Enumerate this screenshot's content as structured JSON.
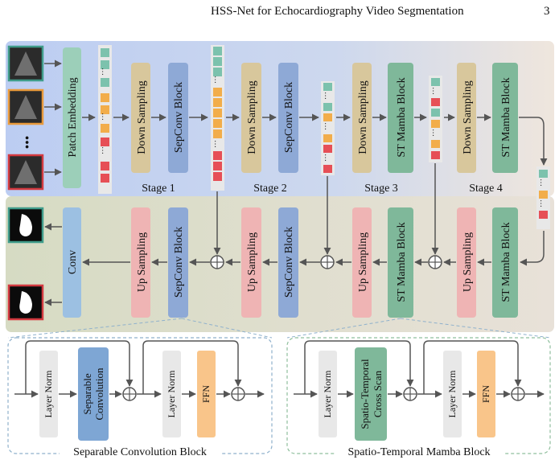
{
  "header": {
    "title": "HSS-Net for Echocardiography Video Segmentation",
    "page_number": "3"
  },
  "figure": {
    "encoder": {
      "patch_embedding": "Patch Embedding",
      "stages": [
        {
          "label": "Stage 1",
          "blocks": [
            "Down Sampling",
            "SepConv Block"
          ]
        },
        {
          "label": "Stage 2",
          "blocks": [
            "Down Sampling",
            "SepConv Block"
          ]
        },
        {
          "label": "Stage 3",
          "blocks": [
            "Down Sampling",
            "ST Mamba Block"
          ]
        },
        {
          "label": "Stage 4",
          "blocks": [
            "Down Sampling",
            "ST Mamba Block"
          ]
        }
      ]
    },
    "decoder": {
      "conv": "Conv",
      "up_sampling": "Up Sampling",
      "sepconv_block": "SepConv Block",
      "st_mamba_block": "ST Mamba Block"
    },
    "input_ellipsis": "•••",
    "token_ellipsis": "…",
    "sepconv_detail": {
      "caption": "Separable Convolution Block",
      "layer_norm": "Layer Norm",
      "core_line1": "Separable",
      "core_line2": "Convolution",
      "ffn": "FFN"
    },
    "mamba_detail": {
      "caption": "Spatio-Temporal Mamba Block",
      "layer_norm": "Layer Norm",
      "core_line1": "Spatio-Temporal",
      "core_line2": "Cross Scan",
      "ffn": "FFN"
    },
    "colors": {
      "encoder_bg": "#bfcff0",
      "decoder_bg": "#d9dcc4",
      "patch_embed": "#9ccfb9",
      "down_sampling": "#d8c79c",
      "sepconv": "#8ea9d6",
      "st_mamba": "#7fb89a",
      "up_sampling": "#efb4b4",
      "conv": "#9cc0e2",
      "layer_norm": "#e8e8e8",
      "ffn": "#f9c58a",
      "token_teal": "#7cc2ad",
      "token_orange": "#f2ad4a",
      "token_red": "#e64f56",
      "frame_teal": "#3f9c8a",
      "frame_orange": "#e89a3c",
      "frame_red": "#d33a40",
      "detail_border": "#8fb1cc"
    }
  }
}
